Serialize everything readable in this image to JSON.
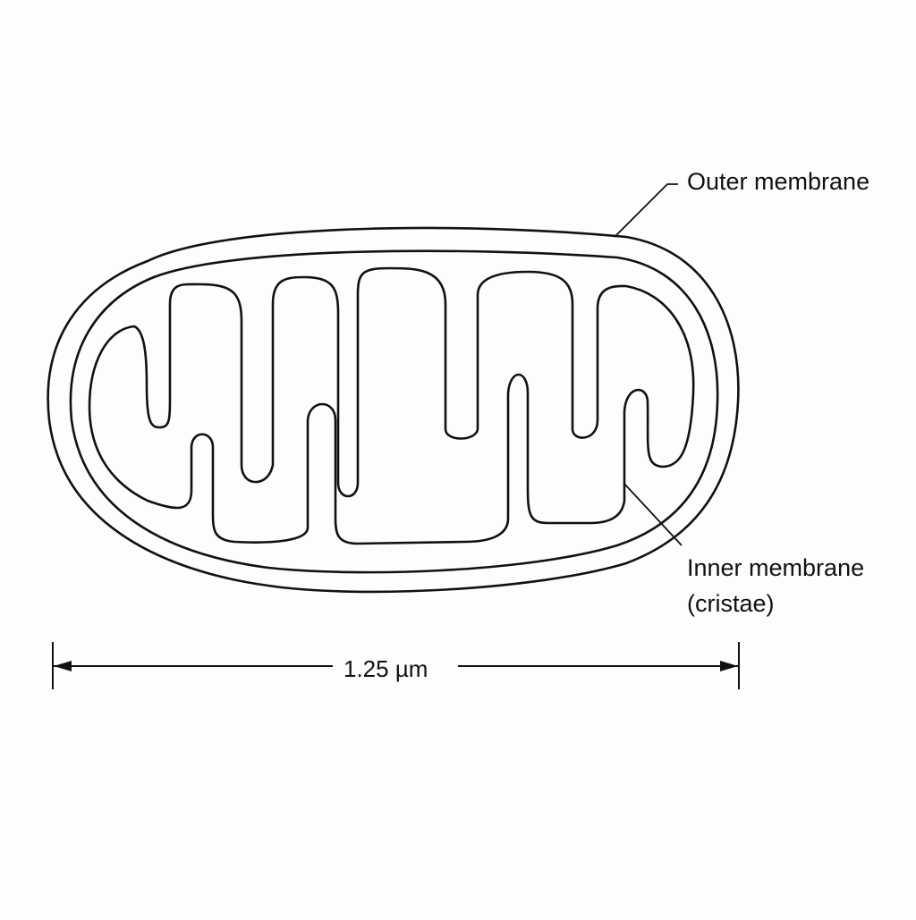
{
  "labels": {
    "outer_membrane": "Outer membrane",
    "inner_membrane_line1": "Inner membrane",
    "inner_membrane_line2": "(cristae)"
  },
  "scale_bar": {
    "text": "1.25 µm"
  },
  "colors": {
    "stroke": "#111111",
    "background": "#fdfdfd"
  }
}
